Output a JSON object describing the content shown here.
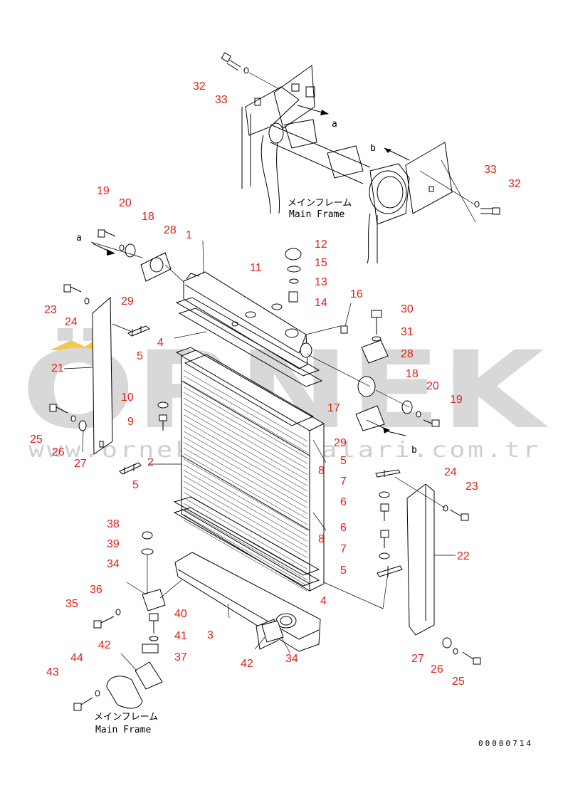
{
  "watermark": {
    "brand": "ÖRNEK",
    "url": "www.ornekismakinalari.com.tr",
    "accent": "#f2c94c"
  },
  "frame_labels": {
    "top": {
      "jp": "メインフレーム",
      "en": "Main Frame"
    },
    "bottom": {
      "jp": "メインフレーム",
      "en": "Main Frame"
    }
  },
  "view_letters": {
    "a1": "a",
    "a2": "a",
    "b1": "b",
    "b2": "b"
  },
  "drawing_number": "00000714",
  "callout_color": "#e0201b",
  "part_numbers": {
    "p32a": "32",
    "p33a": "33",
    "p33b": "33",
    "p32b": "32",
    "p19a": "19",
    "p20a": "20",
    "p18a": "18",
    "p28a": "28",
    "p1": "1",
    "p12": "12",
    "p15": "15",
    "p11": "11",
    "p13": "13",
    "p14": "14",
    "p16": "16",
    "p30": "30",
    "p31": "31",
    "p28b": "28",
    "p23a": "23",
    "p24a": "24",
    "p29a": "29",
    "p5a": "5",
    "p4a": "4",
    "p21": "21",
    "p10": "10",
    "p9": "9",
    "p25a": "25",
    "p26a": "26",
    "p27a": "27",
    "p2": "2",
    "p5b": "5",
    "p18b": "18",
    "p20b": "20",
    "p19b": "19",
    "p17": "17",
    "p29b": "29",
    "p5c": "5",
    "p8a": "8",
    "p8b": "8",
    "p24b": "24",
    "p23b": "23",
    "p7a": "7",
    "p6a": "6",
    "p6b": "6",
    "p7b": "7",
    "p5d": "5",
    "p22": "22",
    "p4b": "4",
    "p38": "38",
    "p39": "39",
    "p34a": "34",
    "p36": "36",
    "p35": "35",
    "p40": "40",
    "p41": "41",
    "p37": "37",
    "p3": "3",
    "p42a": "42",
    "p42b": "42",
    "p34b": "34",
    "p44": "44",
    "p43": "43",
    "p27b": "27",
    "p26b": "26",
    "p25b": "25"
  }
}
